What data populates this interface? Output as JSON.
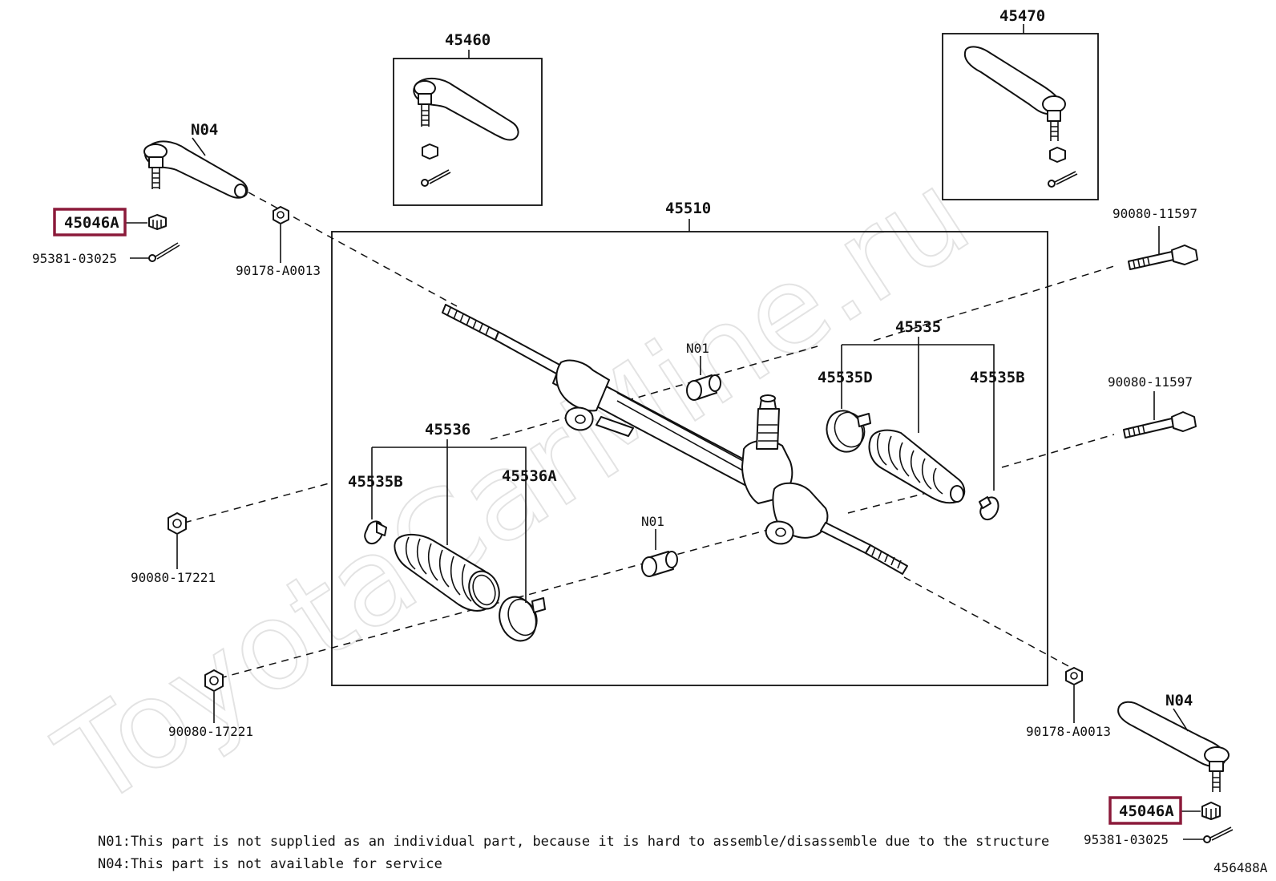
{
  "watermark": "ToyotaCarMine.ru",
  "diagram_code": "456488A",
  "highlight_color": "#8b1a3a",
  "callouts": {
    "assembly": "45510",
    "tie_rod_end_box_left": "45460",
    "tie_rod_end_box_right": "45470",
    "tie_rod_end_left": "N04",
    "tie_rod_end_right": "N04",
    "nut_left": "45046A",
    "nut_right": "45046A",
    "cotter_pin_left": "95381-03025",
    "cotter_pin_right": "95381-03025",
    "jam_nut_left": "90178-A0013",
    "jam_nut_right": "90178-A0013",
    "bolt_top_right": "90080-11597",
    "bolt_mid_right": "90080-11597",
    "nut_mid_left": "90080-17221",
    "nut_bottom_left": "90080-17221",
    "bushing_top": "N01",
    "bushing_bottom": "N01",
    "boot_kit_right": "45535",
    "clamp_right_large": "45535D",
    "clip_right": "45535B",
    "boot_kit_left": "45536",
    "clip_left": "45535B",
    "clamp_left_large": "45536A"
  },
  "notes": [
    "N01:This part is not supplied as an individual part, because it is hard to assemble/disassemble due to the structure",
    "N04:This part is not available for service"
  ]
}
